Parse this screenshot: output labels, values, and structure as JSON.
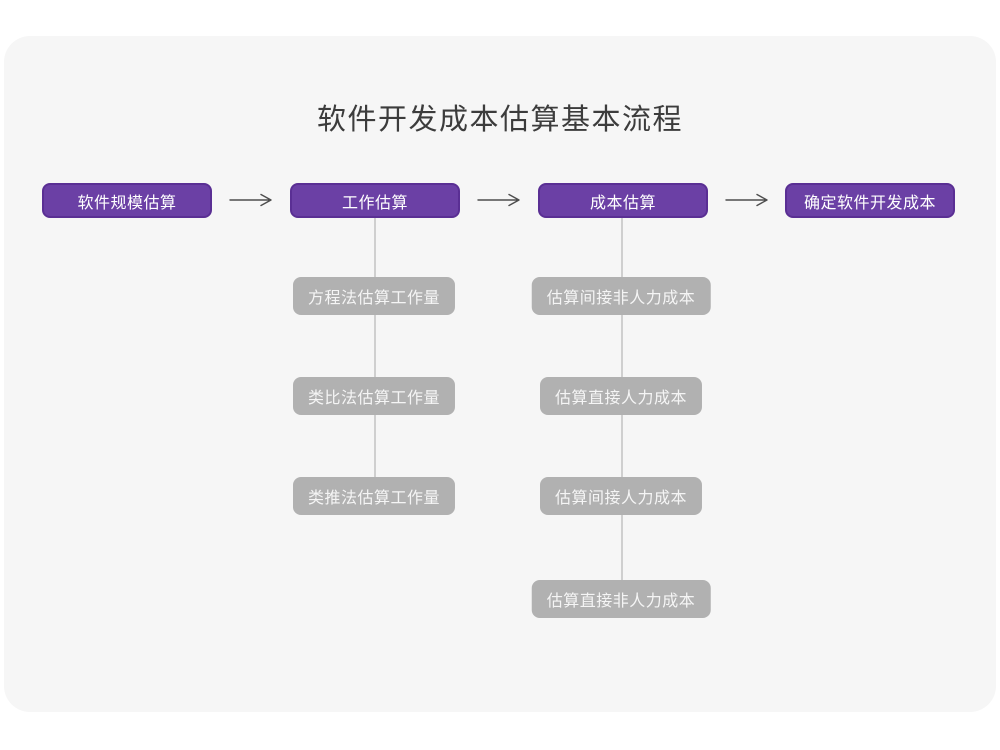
{
  "page": {
    "title": "软件开发成本估算基本流程"
  },
  "colors": {
    "card_background": "#f6f6f6",
    "stage_fill": "#6b40a5",
    "stage_border": "#5a2f94",
    "stage_text": "#ffffff",
    "sub_fill": "#b1b1b1",
    "sub_text": "#f5f5f5",
    "arrow_stroke": "#4d4d4d",
    "connector_line": "#cfcfcf",
    "title_text": "#3c3c3c"
  },
  "flow": {
    "stages": [
      {
        "label": "软件规模估算"
      },
      {
        "label": "工作估算"
      },
      {
        "label": "成本估算"
      },
      {
        "label": "确定软件开发成本"
      }
    ],
    "work_estimation_methods": [
      {
        "label": "方程法估算工作量"
      },
      {
        "label": "类比法估算工作量"
      },
      {
        "label": "类推法估算工作量"
      }
    ],
    "cost_estimation_steps": [
      {
        "label": "估算间接非人力成本"
      },
      {
        "label": "估算直接人力成本"
      },
      {
        "label": "估算间接人力成本"
      },
      {
        "label": "估算直接非人力成本"
      }
    ],
    "icons": {
      "stage_connector": "arrow-right-icon"
    }
  }
}
